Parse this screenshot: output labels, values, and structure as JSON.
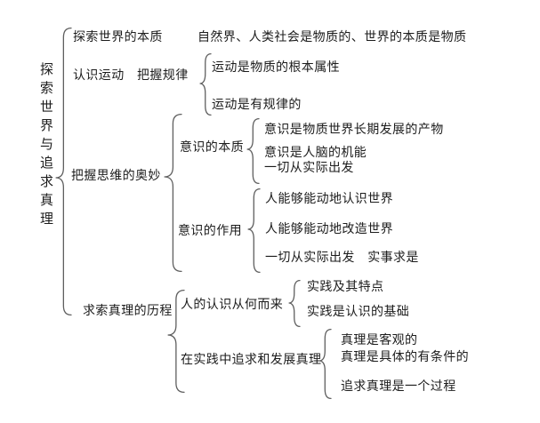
{
  "diagram": {
    "root": "探索世界与追求真理",
    "branches": [
      {
        "label": "探索世界的本质",
        "content": "自然界、人类社会是物质的、世界的本质是物质"
      },
      {
        "label": "认识运动　把握规律",
        "items": [
          "运动是物质的根本属性",
          "运动是有规律的"
        ]
      },
      {
        "label": "把握思维的奥妙",
        "children": [
          {
            "label": "意识的本质",
            "items": [
              "意识是物质世界长期发展的产物",
              "意识是人脑的机能",
              "一切从实际出发"
            ]
          },
          {
            "label": "意识的作用",
            "items": [
              "人能够能动地认识世界",
              "人能够能动地改造世界",
              "一切从实际出发　实事求是"
            ]
          }
        ]
      },
      {
        "label": "求索真理的历程",
        "children": [
          {
            "label": "人的认识从何而来",
            "items": [
              "实践及其特点",
              "实践是认识的基础"
            ]
          },
          {
            "label": "在实践中追求和发展真理",
            "items": [
              "真理是客观的",
              "真理是具体的有条件的",
              "追求真理是一个过程"
            ]
          }
        ]
      }
    ],
    "line_color": "#5f5f5f",
    "text_color": "#1c1c1c",
    "background": "#ffffff"
  }
}
